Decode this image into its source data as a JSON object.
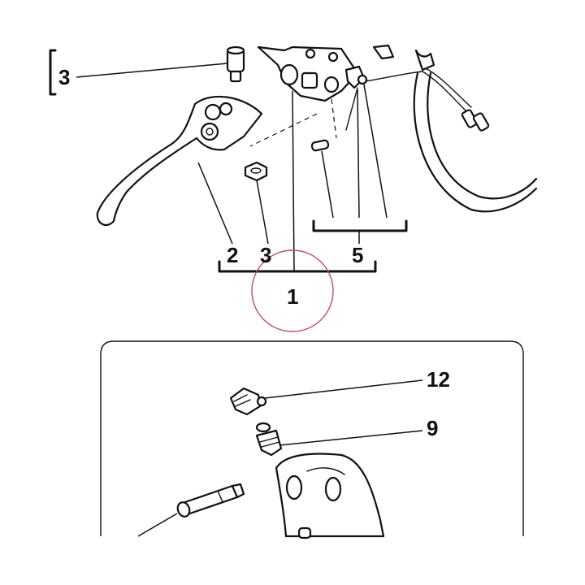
{
  "callouts": {
    "top_left_3": "3",
    "lever_2": "2",
    "nut_3": "3",
    "switch_5": "5",
    "assembly_1": "1",
    "bleed_cap_12": "12",
    "bleed_valve_9": "9"
  },
  "colors": {
    "line": "#111111",
    "highlight_circle": "#c0505a",
    "background": "#ffffff"
  }
}
